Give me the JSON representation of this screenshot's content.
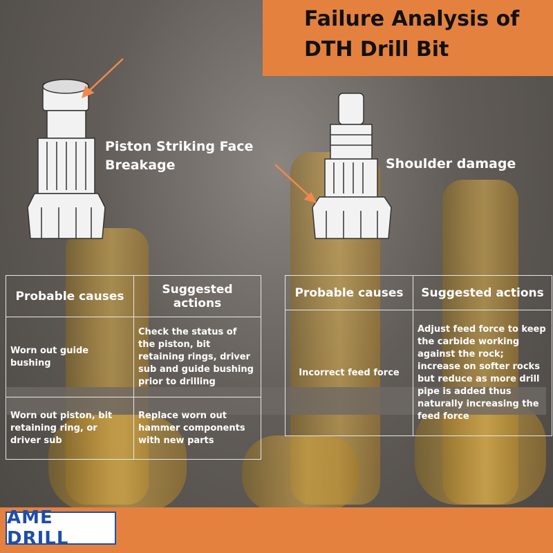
{
  "header": {
    "title_line1": "Failure Analysis of",
    "title_line2": "DTH Drill Bit"
  },
  "annotations": {
    "left": "Piston Striking Face\nBreakage",
    "right": "Shoulder damage"
  },
  "left_table": {
    "headers": [
      "Probable causes",
      "Suggested actions"
    ],
    "rows": [
      [
        "Worn out guide bushing",
        "Check the status of the piston, bit retaining rings, driver sub and guide bushing prior to drilling"
      ],
      [
        "Worn out piston, bit retaining ring, or driver sub",
        "Replace worn out hammer components with new parts"
      ]
    ]
  },
  "right_table": {
    "headers": [
      "Probable causes",
      "Suggested actions"
    ],
    "rows": [
      [
        "Incorrect feed force",
        "Adjust feed force to keep the carbide working against the rock; increase on softer rocks but reduce as more drill pipe is added thus naturally increasing the feed force"
      ]
    ]
  },
  "footer": {
    "logo_text": "AME DRILL"
  },
  "colors": {
    "accent_orange": "#e4813f",
    "logo_blue": "#1f4ea8",
    "arrow": "#f08a4b"
  }
}
